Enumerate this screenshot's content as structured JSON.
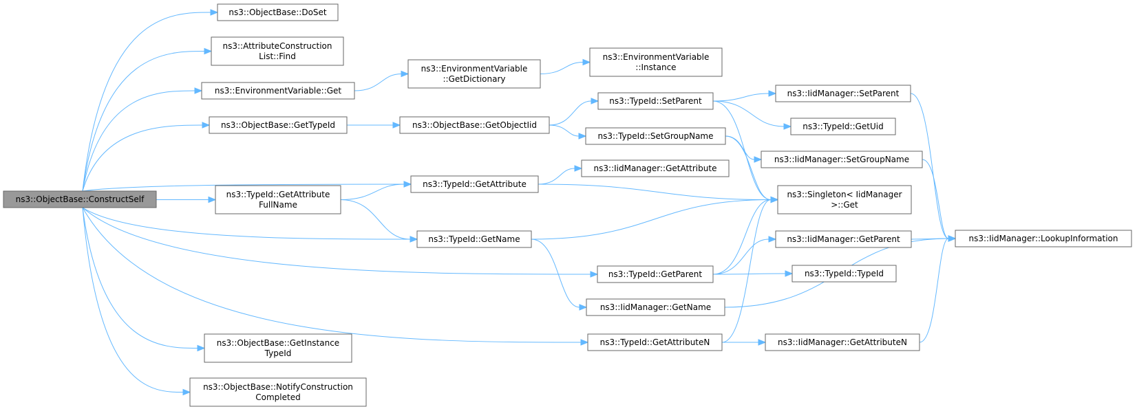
{
  "graph": {
    "nodes": [
      {
        "id": "construct",
        "lines": [
          "ns3::ObjectBase::ConstructSelf"
        ]
      },
      {
        "id": "doset",
        "lines": [
          "ns3::ObjectBase::DoSet"
        ]
      },
      {
        "id": "acl_find",
        "lines": [
          "ns3::AttributeConstruction",
          "List::Find"
        ]
      },
      {
        "id": "env_get",
        "lines": [
          "ns3::EnvironmentVariable::Get"
        ]
      },
      {
        "id": "get_typeid",
        "lines": [
          "ns3::ObjectBase::GetTypeId"
        ]
      },
      {
        "id": "get_attr_fullname",
        "lines": [
          "ns3::TypeId::GetAttribute",
          "FullName"
        ]
      },
      {
        "id": "get_instance_typeid",
        "lines": [
          "ns3::ObjectBase::GetInstance",
          "TypeId"
        ]
      },
      {
        "id": "notify_construction",
        "lines": [
          "ns3::ObjectBase::NotifyConstruction",
          "Completed"
        ]
      },
      {
        "id": "env_getdict",
        "lines": [
          "ns3::EnvironmentVariable",
          "::GetDictionary"
        ]
      },
      {
        "id": "get_objectiid",
        "lines": [
          "ns3::ObjectBase::GetObjectIid"
        ]
      },
      {
        "id": "typeid_getattr",
        "lines": [
          "ns3::TypeId::GetAttribute"
        ]
      },
      {
        "id": "typeid_getname",
        "lines": [
          "ns3::TypeId::GetName"
        ]
      },
      {
        "id": "env_instance",
        "lines": [
          "ns3::EnvironmentVariable",
          "::Instance"
        ]
      },
      {
        "id": "typeid_setparent",
        "lines": [
          "ns3::TypeId::SetParent"
        ]
      },
      {
        "id": "typeid_setgroupname",
        "lines": [
          "ns3::TypeId::SetGroupName"
        ]
      },
      {
        "id": "iid_getattr",
        "lines": [
          "ns3::IidManager::GetAttribute"
        ]
      },
      {
        "id": "typeid_getparent",
        "lines": [
          "ns3::TypeId::GetParent"
        ]
      },
      {
        "id": "iid_getname",
        "lines": [
          "ns3::IidManager::GetName"
        ]
      },
      {
        "id": "typeid_getattrn",
        "lines": [
          "ns3::TypeId::GetAttributeN"
        ]
      },
      {
        "id": "iid_setparent",
        "lines": [
          "ns3::IidManager::SetParent"
        ]
      },
      {
        "id": "typeid_getuid",
        "lines": [
          "ns3::TypeId::GetUid"
        ]
      },
      {
        "id": "iid_setgroupname",
        "lines": [
          "ns3::IidManager::SetGroupName"
        ]
      },
      {
        "id": "singleton_get",
        "lines": [
          "ns3::Singleton< IidManager",
          ">::Get"
        ]
      },
      {
        "id": "iid_getparent",
        "lines": [
          "ns3::IidManager::GetParent"
        ]
      },
      {
        "id": "typeid_typeid",
        "lines": [
          "ns3::TypeId::TypeId"
        ]
      },
      {
        "id": "iid_getattrn",
        "lines": [
          "ns3::IidManager::GetAttributeN"
        ]
      },
      {
        "id": "iid_lookup",
        "lines": [
          "ns3::IidManager::LookupInformation"
        ]
      }
    ],
    "edges": [
      [
        "construct",
        "doset"
      ],
      [
        "construct",
        "acl_find"
      ],
      [
        "construct",
        "env_get"
      ],
      [
        "construct",
        "get_typeid"
      ],
      [
        "construct",
        "typeid_getattr"
      ],
      [
        "construct",
        "get_attr_fullname"
      ],
      [
        "construct",
        "typeid_getname"
      ],
      [
        "construct",
        "typeid_getparent"
      ],
      [
        "construct",
        "typeid_getattrn"
      ],
      [
        "construct",
        "get_instance_typeid"
      ],
      [
        "construct",
        "notify_construction"
      ],
      [
        "env_get",
        "env_getdict"
      ],
      [
        "env_getdict",
        "env_instance"
      ],
      [
        "get_typeid",
        "get_objectiid"
      ],
      [
        "get_objectiid",
        "typeid_setparent"
      ],
      [
        "get_objectiid",
        "typeid_setgroupname"
      ],
      [
        "get_attr_fullname",
        "typeid_getattr"
      ],
      [
        "get_attr_fullname",
        "typeid_getname"
      ],
      [
        "typeid_getattr",
        "iid_getattr"
      ],
      [
        "typeid_getattr",
        "singleton_get"
      ],
      [
        "typeid_getname",
        "singleton_get"
      ],
      [
        "typeid_getname",
        "iid_getname"
      ],
      [
        "typeid_setparent",
        "iid_setparent"
      ],
      [
        "typeid_setparent",
        "typeid_getuid"
      ],
      [
        "typeid_setparent",
        "singleton_get"
      ],
      [
        "typeid_setgroupname",
        "iid_setgroupname"
      ],
      [
        "typeid_setgroupname",
        "singleton_get"
      ],
      [
        "typeid_getparent",
        "singleton_get"
      ],
      [
        "typeid_getparent",
        "iid_getparent"
      ],
      [
        "typeid_getparent",
        "typeid_typeid"
      ],
      [
        "typeid_getattrn",
        "singleton_get"
      ],
      [
        "typeid_getattrn",
        "iid_getattrn"
      ],
      [
        "iid_setparent",
        "iid_lookup"
      ],
      [
        "iid_setgroupname",
        "iid_lookup"
      ],
      [
        "iid_getparent",
        "iid_lookup"
      ],
      [
        "iid_getname",
        "iid_lookup"
      ],
      [
        "iid_getattrn",
        "iid_lookup"
      ]
    ],
    "root": "construct",
    "colors": {
      "edge": "#63b8ff",
      "root_fill": "#999999",
      "node_border": "#666666"
    }
  }
}
